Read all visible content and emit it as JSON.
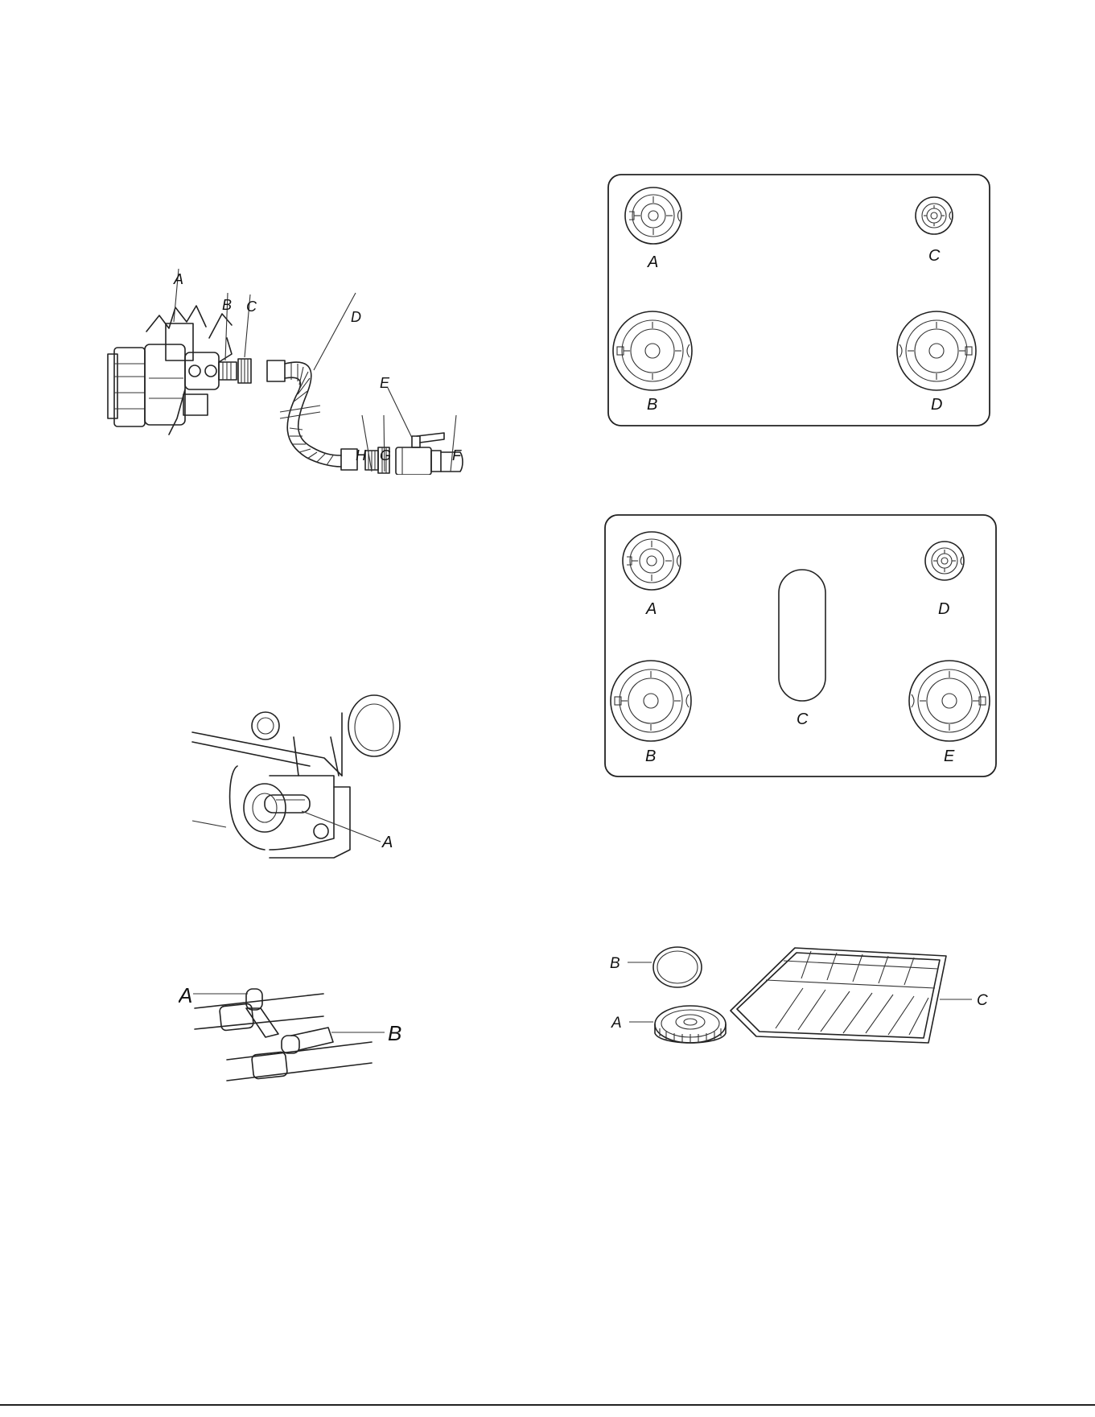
{
  "gas_connection_figure": {
    "labels": [
      "A",
      "B",
      "C",
      "D",
      "E",
      "F",
      "G",
      "H"
    ]
  },
  "cooktop_4_burner_figure": {
    "labels": [
      "A",
      "B",
      "C",
      "D"
    ]
  },
  "cooktop_5_burner_figure": {
    "labels": [
      "A",
      "B",
      "C",
      "D",
      "E"
    ]
  },
  "regulator_lever_figure": {
    "labels": [
      "A"
    ]
  },
  "shutoff_valve_figure": {
    "labels": [
      "A",
      "B"
    ]
  },
  "burner_grate_figure": {
    "labels": [
      "A",
      "B",
      "C"
    ]
  }
}
